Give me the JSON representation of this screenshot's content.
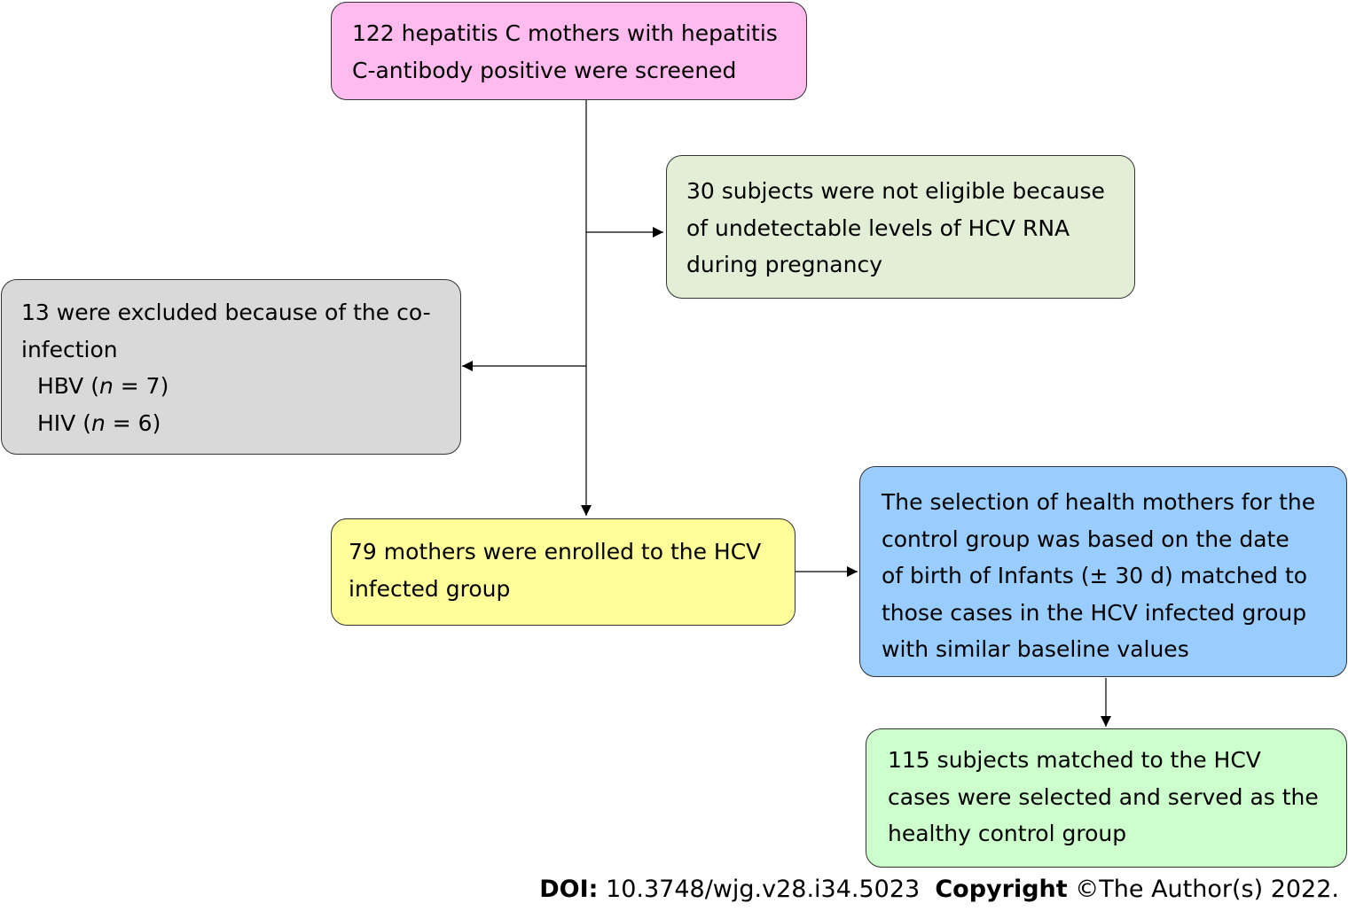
{
  "nodes": {
    "screened": {
      "lines": [
        "122 hepatitis C mothers with hepatitis",
        "C-antibody positive were screened"
      ],
      "color": "#ffbbee"
    },
    "not_eligible": {
      "lines": [
        "30 subjects were not eligible because",
        "of undetectable levels of HCV RNA",
        "during pregnancy"
      ],
      "color": "#e3eed7"
    },
    "excluded": {
      "lines": [
        "13 were excluded because of the co-",
        "infection"
      ],
      "hbv_prefix": "HBV (",
      "hbv_n": "n",
      "hbv_suffix": " = 7)",
      "hiv_prefix": "HIV (",
      "hiv_n": "n",
      "hiv_suffix": " = 6)",
      "color": "#d9d9d9"
    },
    "enrolled": {
      "lines": [
        "79 mothers were enrolled to the HCV",
        "infected group"
      ],
      "color": "#fffe99"
    },
    "selection": {
      "lines": [
        "The selection of health mothers for the",
        "control group was based on the date",
        "of birth of Infants (± 30 d) matched to",
        "those cases in the HCV infected group",
        "with similar baseline values"
      ],
      "color": "#99ccff"
    },
    "control": {
      "lines": [
        "115 subjects matched to the HCV",
        "cases were selected and served as the",
        "healthy control group"
      ],
      "color": "#ccffcc"
    }
  },
  "footer": {
    "doi_label": "DOI:",
    "doi_value": "10.3748/wjg.v28.i34.5023",
    "copyright_label": "Copyright",
    "copyright_value": "©The Author(s) 2022."
  }
}
